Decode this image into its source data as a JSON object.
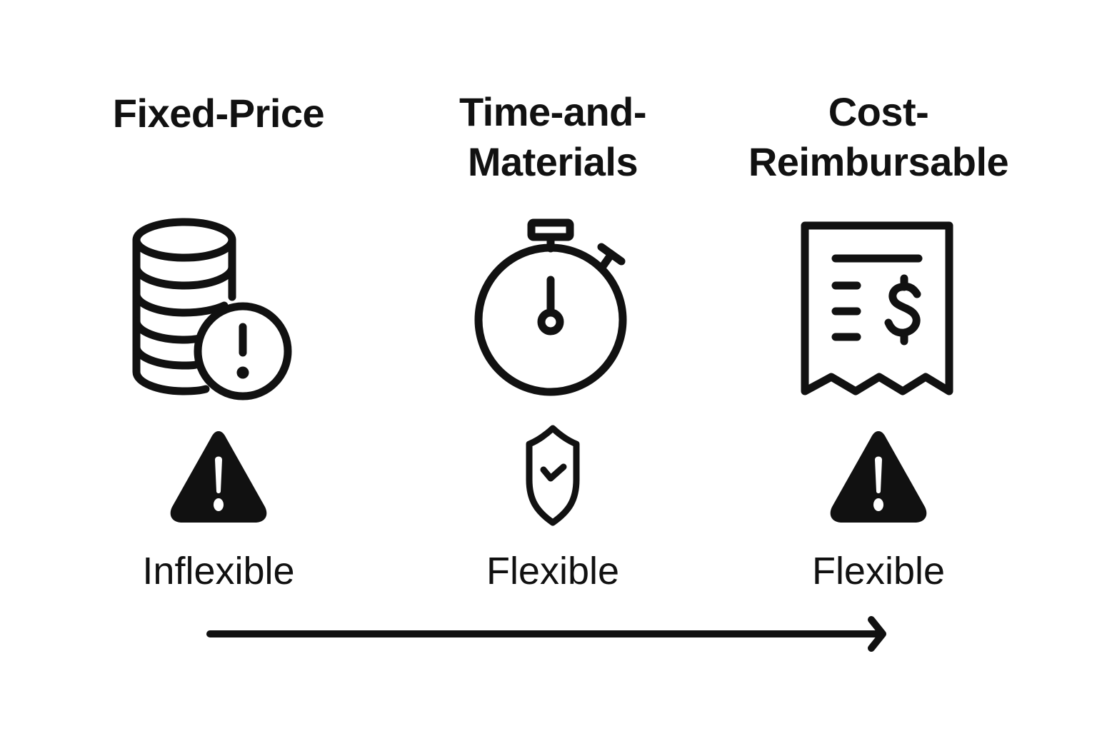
{
  "diagram": {
    "columns": [
      {
        "id": "fixed-price",
        "title_lines": [
          "Fixed-Price"
        ],
        "main_icon": "coin-stack-warning-icon",
        "status_icon": "warning-triangle-icon",
        "flexibility": "Inflexible"
      },
      {
        "id": "time-and-materials",
        "title_lines": [
          "Time-and-",
          "Materials"
        ],
        "main_icon": "stopwatch-icon",
        "status_icon": "shield-check-icon",
        "flexibility": "Flexible"
      },
      {
        "id": "cost-reimbursable",
        "title_lines": [
          "Cost-",
          "Reimbursable"
        ],
        "main_icon": "receipt-dollar-icon",
        "status_icon": "warning-triangle-icon",
        "flexibility": "Flexible"
      }
    ],
    "arrow": {
      "direction": "left-to-right",
      "icon": "right-arrow-icon"
    },
    "colors": {
      "ink": "#111111",
      "background": "#ffffff"
    }
  }
}
